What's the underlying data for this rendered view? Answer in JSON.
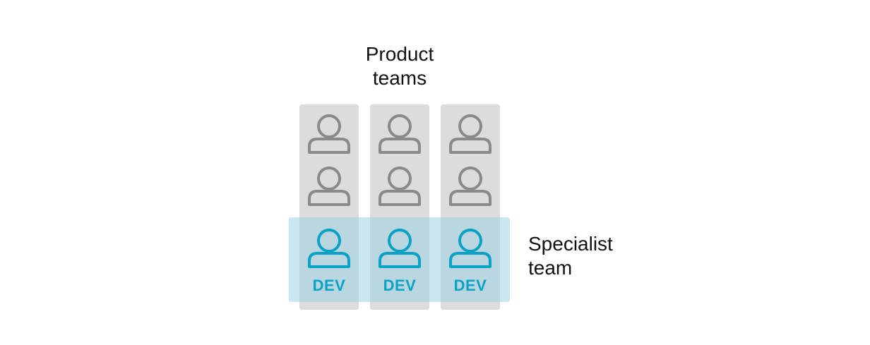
{
  "header": {
    "line1": "Product",
    "line2": "teams"
  },
  "specialist": {
    "line1": "Specialist",
    "line2": "team"
  },
  "columns": [
    {
      "label": "DEV"
    },
    {
      "label": "DEV"
    },
    {
      "label": "DEV"
    }
  ],
  "colors": {
    "member": "#8a8a8a",
    "specialist": "#0aa3c6",
    "column_bg": "#dcdcdc",
    "band_bg": "#9ed2e4"
  },
  "icons": {
    "member": "person-icon"
  }
}
